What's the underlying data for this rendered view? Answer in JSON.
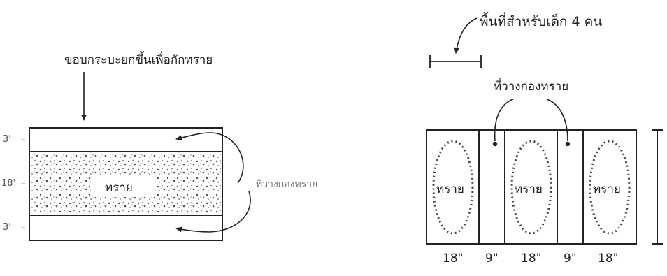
{
  "left_figure": {
    "top_annotation": "ขอบกระบะยกขึ้นเพื่อกักทราย",
    "side_annotation": "ที่วางกองทราย",
    "sand_label": "ทราย",
    "row_marks": [
      "3'",
      "18'",
      "3'"
    ]
  },
  "right_figure": {
    "area_annotation": "พื้นที่สำหรับเด็ก 4 คน",
    "pile_annotation": "ที่วางกองทราย",
    "sand_labels": [
      "ทราย",
      "ทราย",
      "ทราย"
    ],
    "dimensions": [
      "18\"",
      "9\"",
      "18\"",
      "9\"",
      "18\""
    ]
  }
}
